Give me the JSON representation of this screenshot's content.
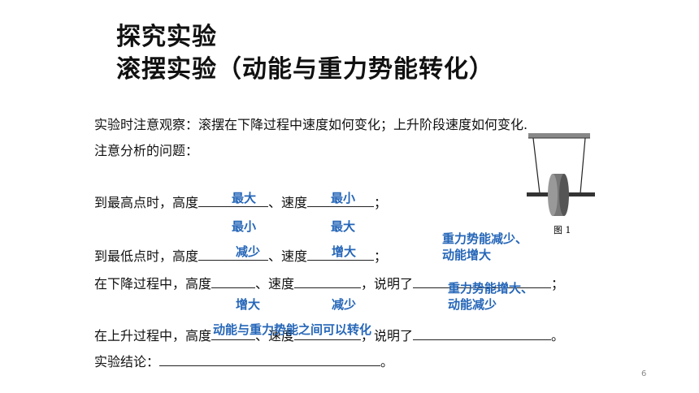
{
  "title": {
    "line1": "探究实验",
    "line2": "滚摆实验（动能与重力势能转化）"
  },
  "body": {
    "observe": "实验时注意观察：滚摆在下降过程中速度如何变化；上升阶段速度如何变化.",
    "questions_label": "注意分析的问题：",
    "highest_prefix": "到最高点时，高度",
    "lowest_prefix": "到最低点时，高度",
    "sep_speed": "、速度",
    "semicolon": "；",
    "descend_prefix": "在下降过程中，高度",
    "ascend_prefix": "在上升过程中，高度",
    "explain": "，说明了",
    "end_semicolon": "；",
    "end_period": "。",
    "conclusion_label": "实验结论：",
    "conclusion_end": "。"
  },
  "answers": {
    "highest_height": "最大",
    "highest_speed": "最小",
    "lowest_height_above": "最小",
    "lowest_speed_above": "最大",
    "lowest_height": "减少",
    "lowest_speed": "增大",
    "descend_explain": "重力势能减少、\n动能增大",
    "ascend_explain": "重力势能增大、\n动能减少",
    "ascend_height": "增大",
    "ascend_speed": "减少",
    "conclusion": "动能与重力势能之间可以转化"
  },
  "figure": {
    "caption": "图 1"
  },
  "page_number": "6"
}
